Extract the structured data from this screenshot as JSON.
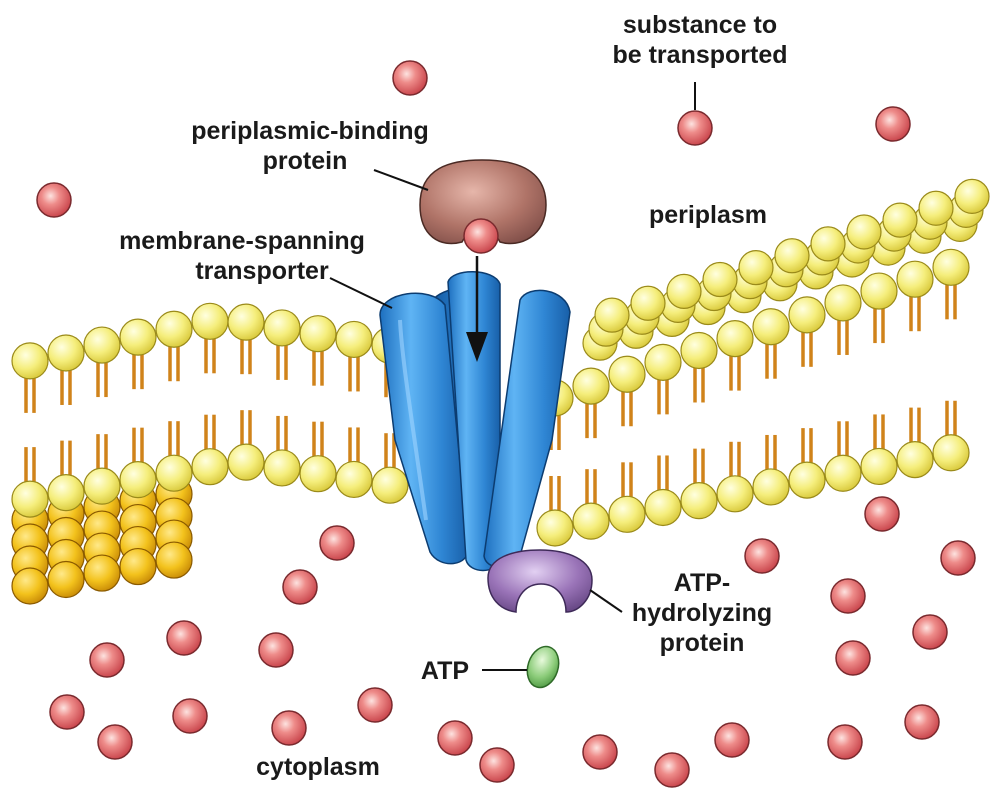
{
  "labels": {
    "substance": {
      "line1": "substance to",
      "line2": "be transported"
    },
    "periplasmic_binding_protein": {
      "line1": "periplasmic-binding",
      "line2": "protein"
    },
    "periplasm": "periplasm",
    "membrane_spanning_transporter": {
      "line1": "membrane-spanning",
      "line2": "transporter"
    },
    "atp_hydrolyzing_protein": {
      "line1": "ATP-",
      "line2": "hydrolyzing",
      "line3": "protein"
    },
    "atp": "ATP",
    "cytoplasm": "cytoplasm"
  },
  "colors": {
    "substance": "#e8787a",
    "binding_protein": "#b07468",
    "transporter": "#2f86d4",
    "atp_hydrolyzing_protein": "#9a74b8",
    "atp": "#8ccc7a",
    "phospholipid_head": "#f2e96a",
    "phospholipid_head_shaded": "#f0b418",
    "lipid_tail": "#d0831a"
  }
}
